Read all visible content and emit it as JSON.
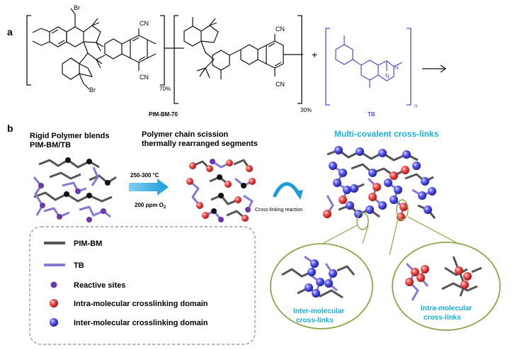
{
  "panels": {
    "a": {
      "letter": "a",
      "substituent_br_top": "Br",
      "substituent_br_bottom": "Br",
      "cn_labels": [
        "CN",
        "CN",
        "CN",
        "CN"
      ],
      "ratio_left": "70%",
      "ratio_right": "30%",
      "plus": "+",
      "polymer1_name": "PIM-BM-70",
      "polymer2_name": "TB",
      "repeat_n": "n",
      "tb_n_labels": [
        "N",
        "N"
      ]
    },
    "b": {
      "letter": "b",
      "stage1_title_line1": "Rigid Polymer blends",
      "stage1_title_line2": "PIM-BM/TB",
      "stage2_title_line1": "Polymer chain scission",
      "stage2_title_line2": "thermally rearranged segments",
      "stage3_title": "Multi-covalent cross-links",
      "condition_temp": "250-300 °C",
      "condition_o2": "200 ppm O",
      "condition_o2_sub": "2",
      "reaction_label": "Cross-linking reaction",
      "legend": [
        {
          "label": "PIM-BM",
          "swatch": "line",
          "color": "#555555"
        },
        {
          "label": "TB",
          "swatch": "line",
          "color": "#8878d8"
        },
        {
          "label": "Reactive sites",
          "swatch": "dot",
          "color": "#6a3aa8"
        },
        {
          "label": "Intra-molecular crosslinking domain",
          "swatch": "sphere",
          "color": "#e84545"
        },
        {
          "label": "Inter-molecular crosslinking domain",
          "swatch": "sphere",
          "color": "#4a4ae8"
        }
      ],
      "zoom_left_line1": "Inter-molecular",
      "zoom_left_line2": "cross-links",
      "zoom_right_line1": "Intra-molecular",
      "zoom_right_line2": "cross-links"
    }
  },
  "colors": {
    "pim": "#555555",
    "tb": "#8878d8",
    "tb_struct": "#5a4ad0",
    "reactive": "#6a3aa8",
    "intra": "#e84545",
    "inter": "#4a4ae8",
    "accent_text": "#19aee0",
    "arrow": "#29a8e0",
    "zoom_circle": "#8aa84a"
  }
}
